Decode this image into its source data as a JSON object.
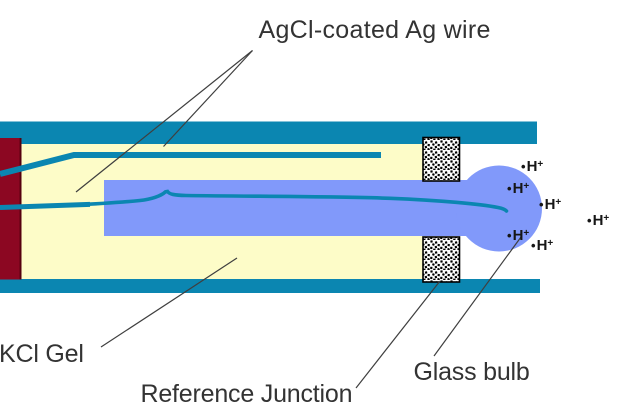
{
  "labels": {
    "wire": "AgCl-coated Ag wire",
    "gel": "KCl Gel",
    "junction": "Reference Junction",
    "bulb": "Glass bulb"
  },
  "h_ion": {
    "bullet": "•",
    "symbol": "H",
    "charge": "+"
  },
  "colors": {
    "bg": "#ffffff",
    "teal": "#0b86b1",
    "yellow": "#fdfcc8",
    "periwinkle": "#8199fa",
    "darkred": "#8c0722",
    "darkrededge": "#55000f",
    "leader": "#3f3f3f",
    "label": "#333333",
    "ion": "#161616",
    "stipple": "#000000",
    "junctionfill": "#ffffff"
  }
}
